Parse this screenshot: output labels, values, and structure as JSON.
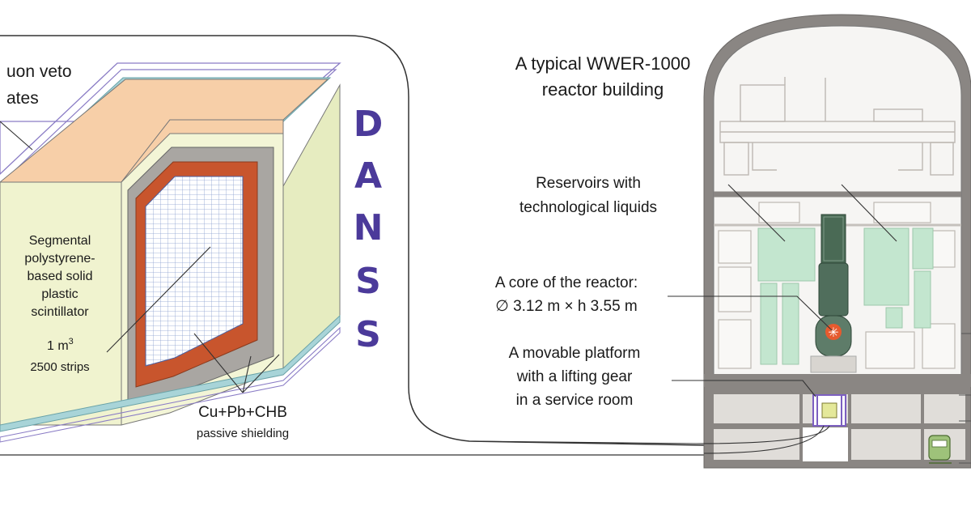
{
  "left_panel": {
    "veto_label_line1": "uon veto",
    "veto_label_line2": "ates",
    "scintillator_lines": [
      "Segmental",
      "polystyrene-",
      "based solid",
      "plastic",
      "scintillator"
    ],
    "volume_base": "1 m",
    "volume_exp": "3",
    "strips_label": "2500 strips",
    "shielding_title": "Cu+Pb+CHB",
    "shielding_subtitle": "passive shielding",
    "danss_letters": [
      "D",
      "A",
      "N",
      "S",
      "S"
    ]
  },
  "right_panel": {
    "building_title_line1": "A typical WWER-1000",
    "building_title_line2": "reactor building",
    "reservoirs_line1": "Reservoirs with",
    "reservoirs_line2": "technological liquids",
    "core_line1": "A core of the reactor:",
    "core_line2": "∅ 3.12 m × h 3.55 m",
    "platform_line1": "A movable platform",
    "platform_line2": "with a lifting gear",
    "platform_line3": "in a service room"
  },
  "colors": {
    "veto_top": "#f7cfa8",
    "shield_outer": "#f0f3cf",
    "copper": "#c8552d",
    "lead": "#a9a6a2",
    "plates": "#a8d4d8",
    "reservoir": "#c3e6cf",
    "core": "#e65a2e",
    "danss": "#4b3a9a"
  }
}
